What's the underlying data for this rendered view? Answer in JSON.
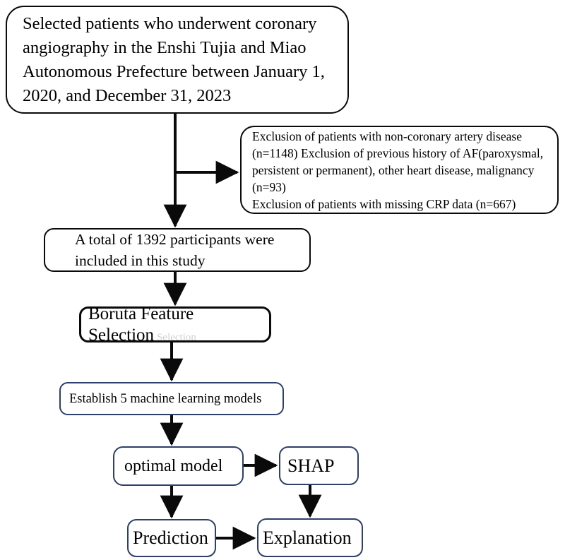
{
  "diagram": {
    "title": "Study flow diagram",
    "colors": {
      "stroke_black": "#0a0a0a",
      "stroke_navy": "#2e3f6b",
      "background": "#ffffff",
      "ghost_text": "#cfcfcf"
    },
    "nodes": {
      "cohort": {
        "text": "Selected patients who underwent coronary angiography in the Enshi Tujia and Miao Autonomous Prefecture between January 1, 2020, and December 31, 2023"
      },
      "exclusion": {
        "text": "Exclusion of patients with non-coronary artery disease (n=1148) Exclusion of previous history of AF(paroxysmal, persistent or permanent), other heart disease, malignancy (n=93)\n Exclusion of patients with missing CRP data (n=667)"
      },
      "participants": {
        "text": "A total of 1392 participants were included in this study"
      },
      "boruta": {
        "text": "Boruta Feature Selection",
        "ghost": "Selection"
      },
      "models": {
        "text": "Establish 5 machine learning models"
      },
      "optimal": {
        "text": "optimal model"
      },
      "shap": {
        "text": "SHAP"
      },
      "prediction": {
        "text": "Prediction"
      },
      "explanation": {
        "text": "Explanation"
      }
    },
    "edges": [
      {
        "name": "cohort-to-participants",
        "from": "cohort",
        "to": "participants",
        "style": "vertical-arrow"
      },
      {
        "name": "cohort-to-exclusion",
        "from": "cohort",
        "to": "exclusion",
        "style": "branch-right-arrow"
      },
      {
        "name": "participants-to-boruta",
        "from": "participants",
        "to": "boruta",
        "style": "vertical-arrow"
      },
      {
        "name": "boruta-to-models",
        "from": "boruta",
        "to": "models",
        "style": "vertical-arrow"
      },
      {
        "name": "models-to-optimal",
        "from": "models",
        "to": "optimal",
        "style": "vertical-arrow"
      },
      {
        "name": "optimal-to-shap",
        "from": "optimal",
        "to": "shap",
        "style": "horizontal-arrow"
      },
      {
        "name": "optimal-to-prediction",
        "from": "optimal",
        "to": "prediction",
        "style": "vertical-arrow"
      },
      {
        "name": "shap-to-explanation",
        "from": "shap",
        "to": "explanation",
        "style": "vertical-arrow"
      },
      {
        "name": "prediction-to-explanation",
        "from": "prediction",
        "to": "explanation",
        "style": "horizontal-arrow"
      }
    ]
  }
}
